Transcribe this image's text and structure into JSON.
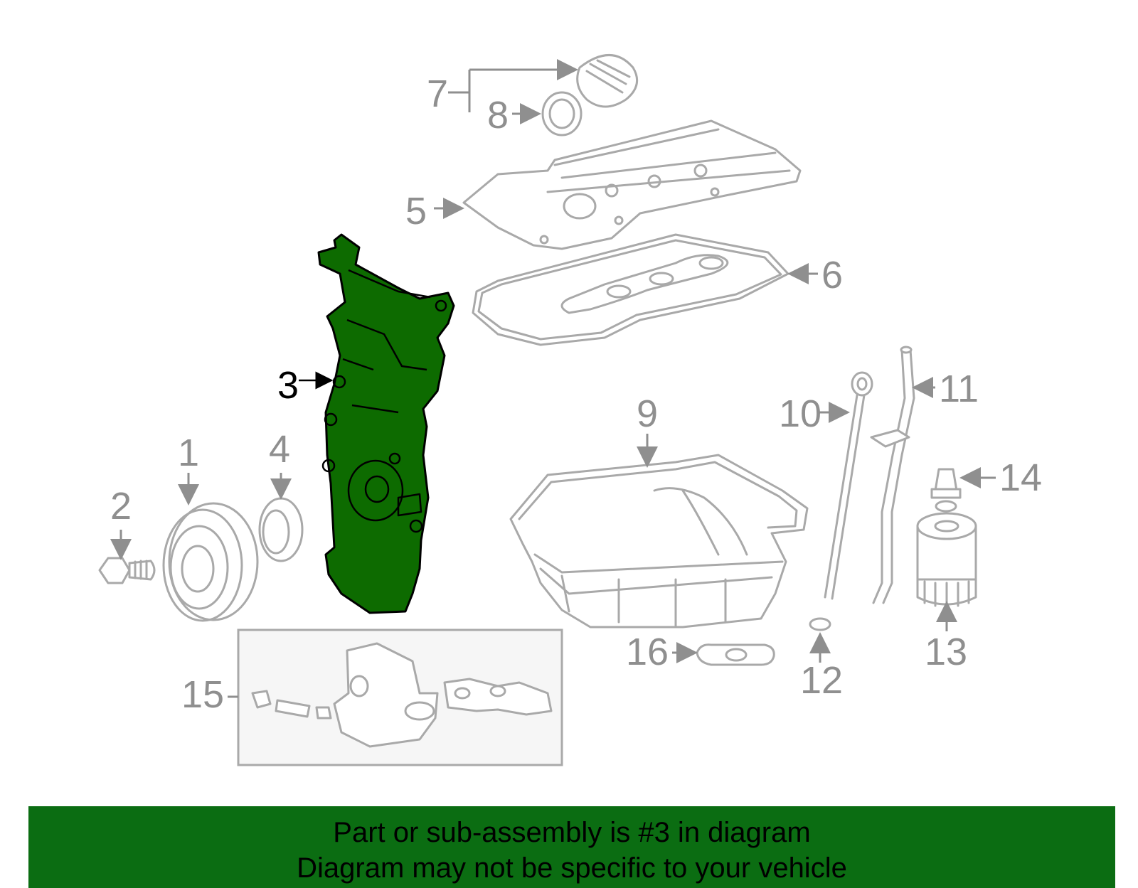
{
  "diagram": {
    "highlighted_part": "3",
    "highlight_color": "#0d6b00",
    "callouts": [
      "1",
      "2",
      "3",
      "4",
      "5",
      "6",
      "7",
      "8",
      "9",
      "10",
      "11",
      "12",
      "13",
      "14",
      "15",
      "16"
    ]
  },
  "banner": {
    "line1": "Part or sub-assembly is #3 in diagram",
    "line2": "Diagram may not be specific to your vehicle",
    "background": "#0b6d12"
  }
}
